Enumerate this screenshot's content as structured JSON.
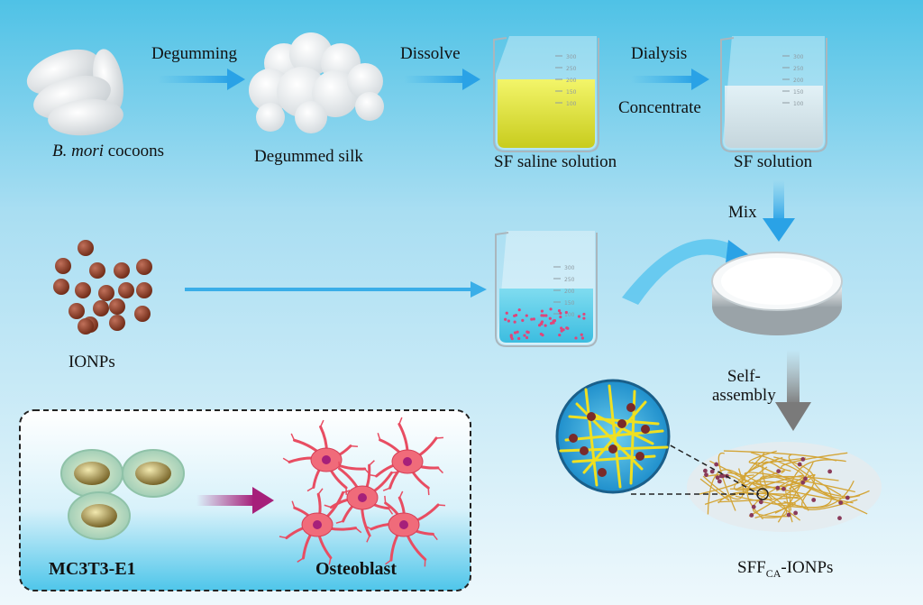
{
  "labels": {
    "cocoons_italic": "B. mori",
    "cocoons_rest": " cocoons",
    "degumming": "Degumming",
    "degummed_silk": "Degummed silk",
    "dissolve": "Dissolve",
    "sf_saline": "SF saline solution",
    "dialysis": "Dialysis",
    "concentrate": "Concentrate",
    "sf_solution": "SF solution",
    "mix": "Mix",
    "ionps": "IONPs",
    "self_assembly_1": "Self-",
    "self_assembly_2": "assembly",
    "product_main": "SFF",
    "product_sub": "CA",
    "product_suffix": "-IONPs",
    "mc3t3": "MC3T3-E1",
    "osteoblast": "Osteoblast"
  },
  "beaker_scale": [
    "300",
    "250",
    "200",
    "150",
    "100"
  ],
  "colors": {
    "background_top": "#55c6e8",
    "background_bottom": "#e4f5fb",
    "arrow_blue": "#3aaee8",
    "saline_yellow": "#e6e83c",
    "nanoparticle_brown": "#8a3b22",
    "cell_pink": "#ee5a6a",
    "arrow_magenta": "#a6207a",
    "fiber_gold": "#d3a537"
  }
}
